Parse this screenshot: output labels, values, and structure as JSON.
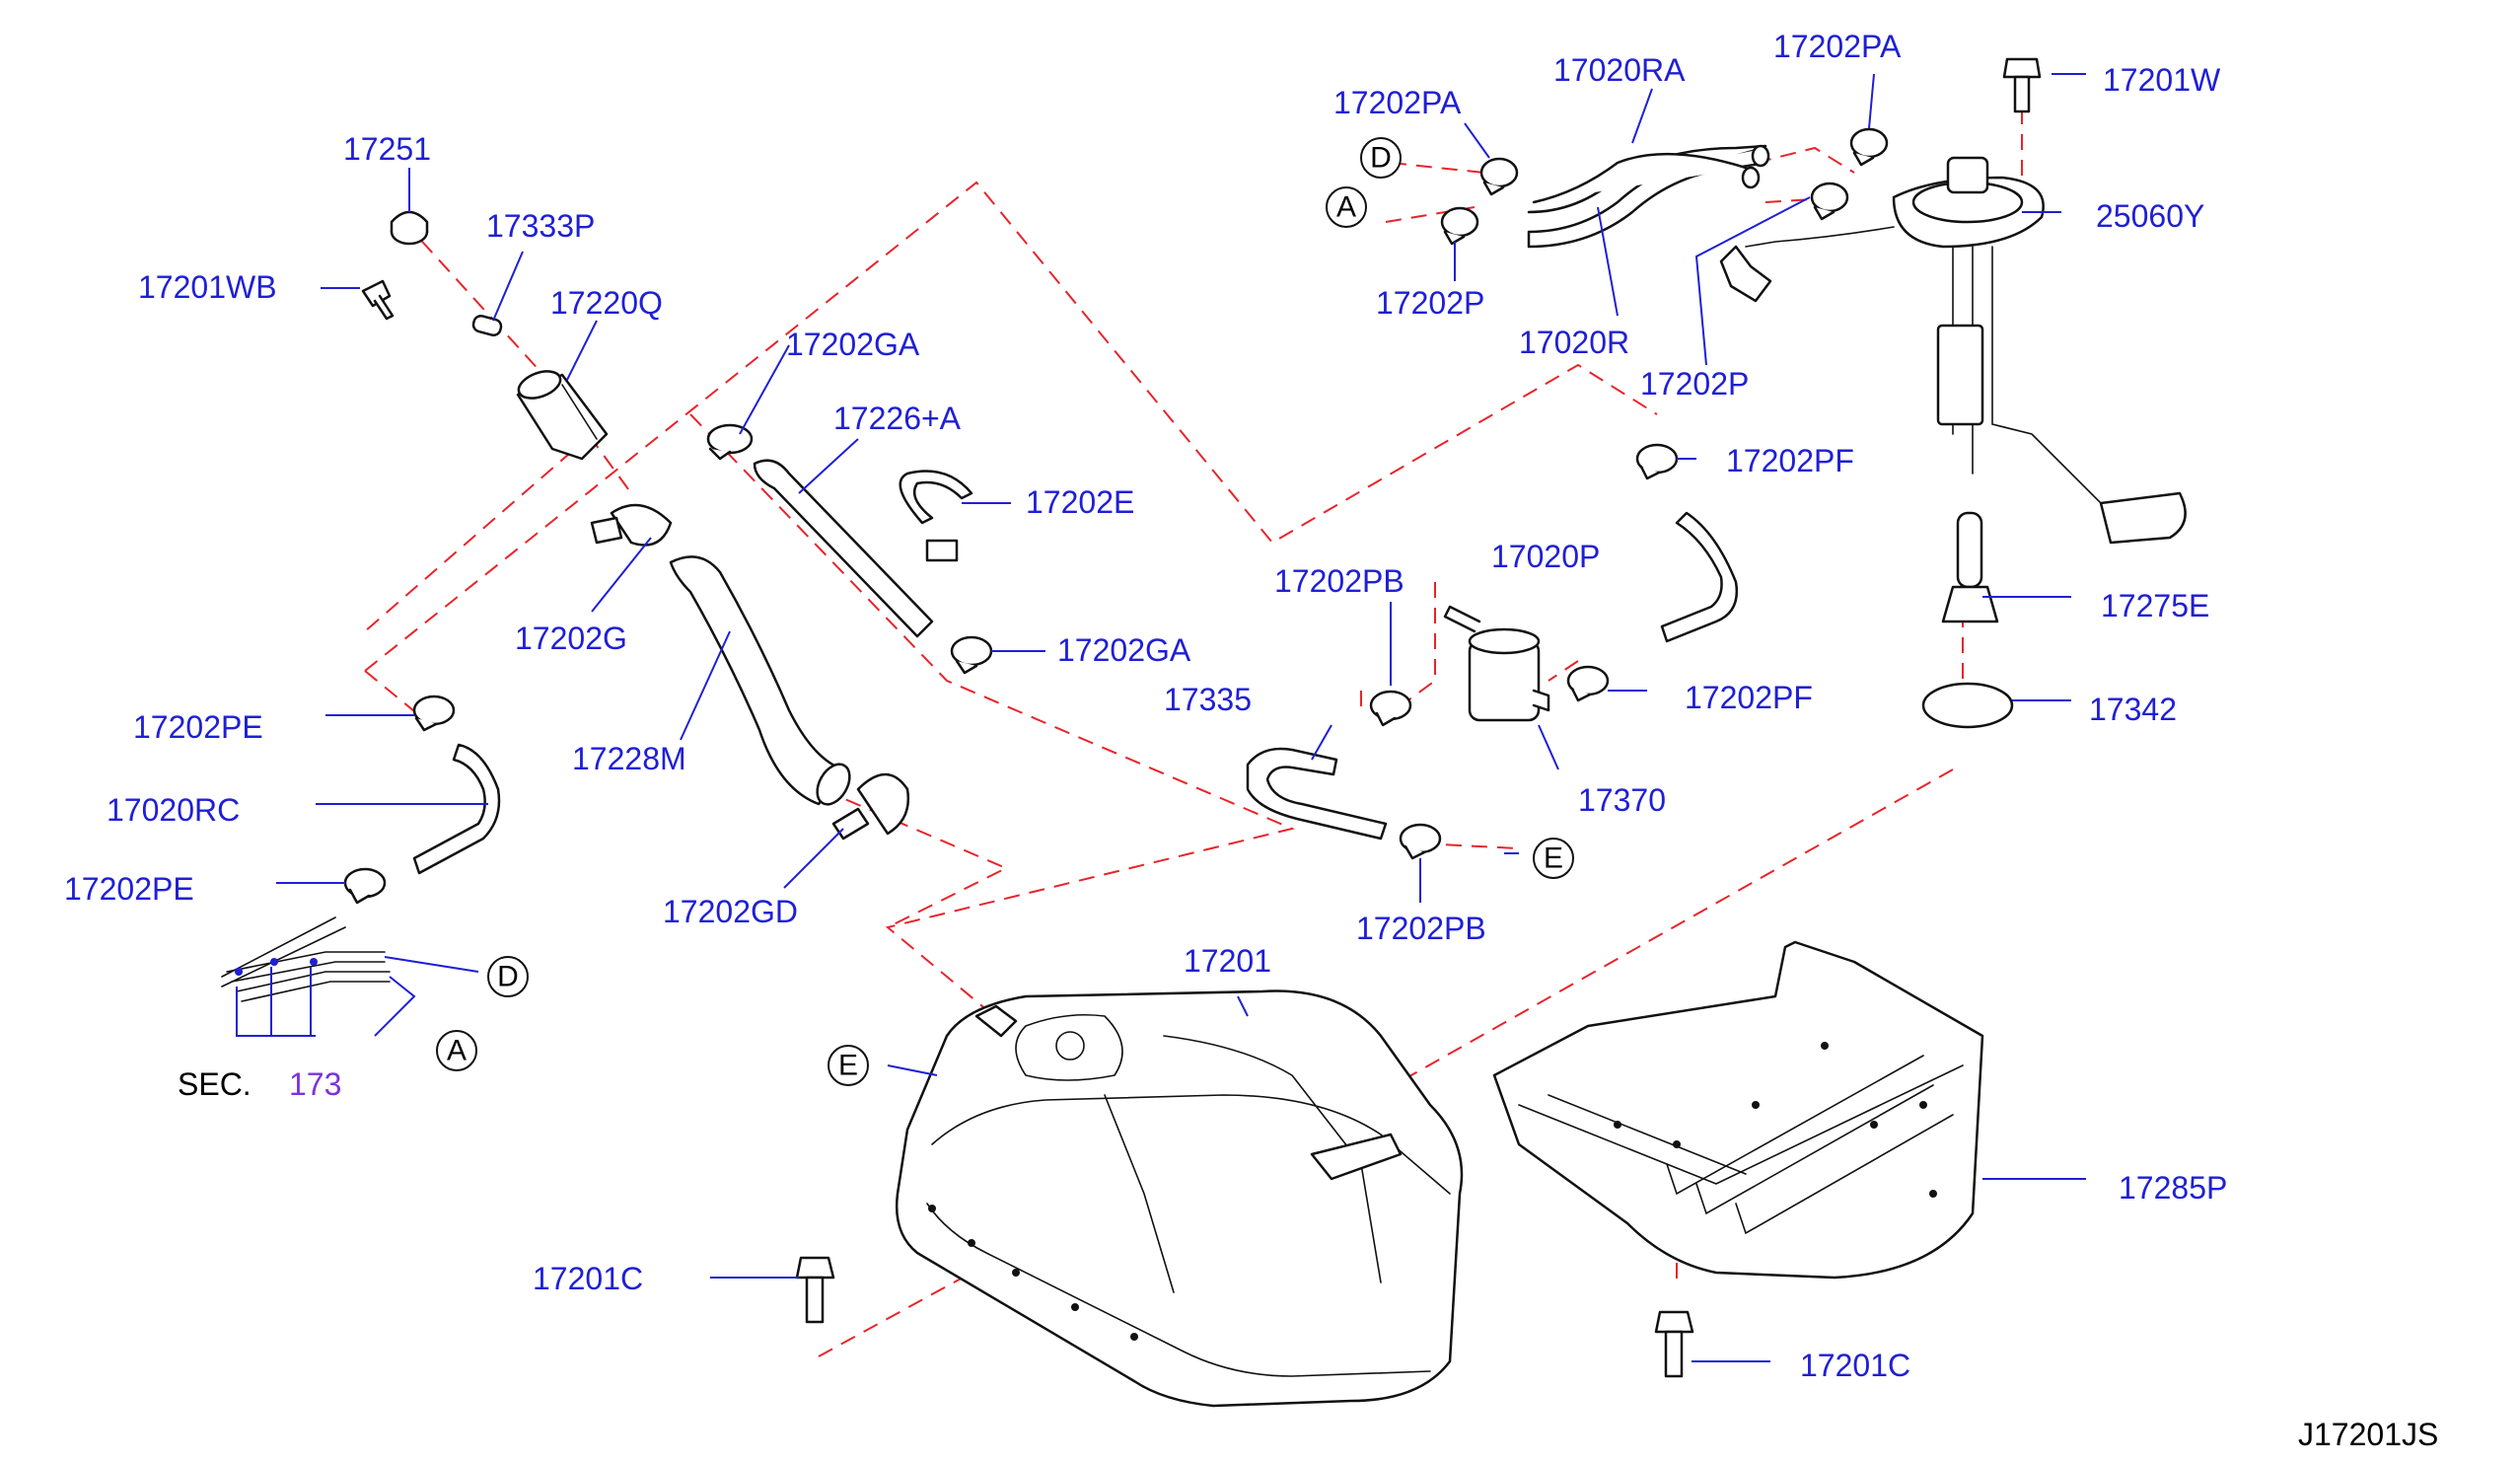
{
  "callouts": {
    "p17251": "17251",
    "p17333P": "17333P",
    "p17201WB": "17201WB",
    "p17220Q": "17220Q",
    "p17202GA_top": "17202GA",
    "p17226A": "17226+A",
    "p17202E": "17202E",
    "p17202G": "17202G",
    "p17202GA_mid": "17202GA",
    "p17228M": "17228M",
    "p17202PE_top": "17202PE",
    "p17020RC": "17020RC",
    "p17202PE_bot": "17202PE",
    "p17202GD": "17202GD",
    "p17202PA_left": "17202PA",
    "p17020RA": "17020RA",
    "p17202PA_right": "17202PA",
    "p17201W": "17201W",
    "p25060Y": "25060Y",
    "p17202P_left": "17202P",
    "p17020R": "17020R",
    "p17202P_right": "17202P",
    "p17202PF_top": "17202PF",
    "p17020P": "17020P",
    "p17202PB_top": "17202PB",
    "p17275E": "17275E",
    "p17335": "17335",
    "p17202PF_bot": "17202PF",
    "p17342": "17342",
    "p17370": "17370",
    "p17202PB_bot": "17202PB",
    "p17201": "17201",
    "p17285P": "17285P",
    "p17201C_left": "17201C",
    "p17201C_right": "17201C"
  },
  "section_ref": {
    "prefix": "SEC.",
    "number": "173"
  },
  "connectors": {
    "D_top": "D",
    "A_top": "A",
    "D_left": "D",
    "A_left": "A",
    "E_right": "E",
    "E_left": "E"
  },
  "diagram_code": "J17201JS",
  "colors": {
    "label_blue": "#1f1fd6",
    "section_purple": "#7a33e0",
    "dashed_red": "#e8242a",
    "part_outline": "#111111"
  }
}
